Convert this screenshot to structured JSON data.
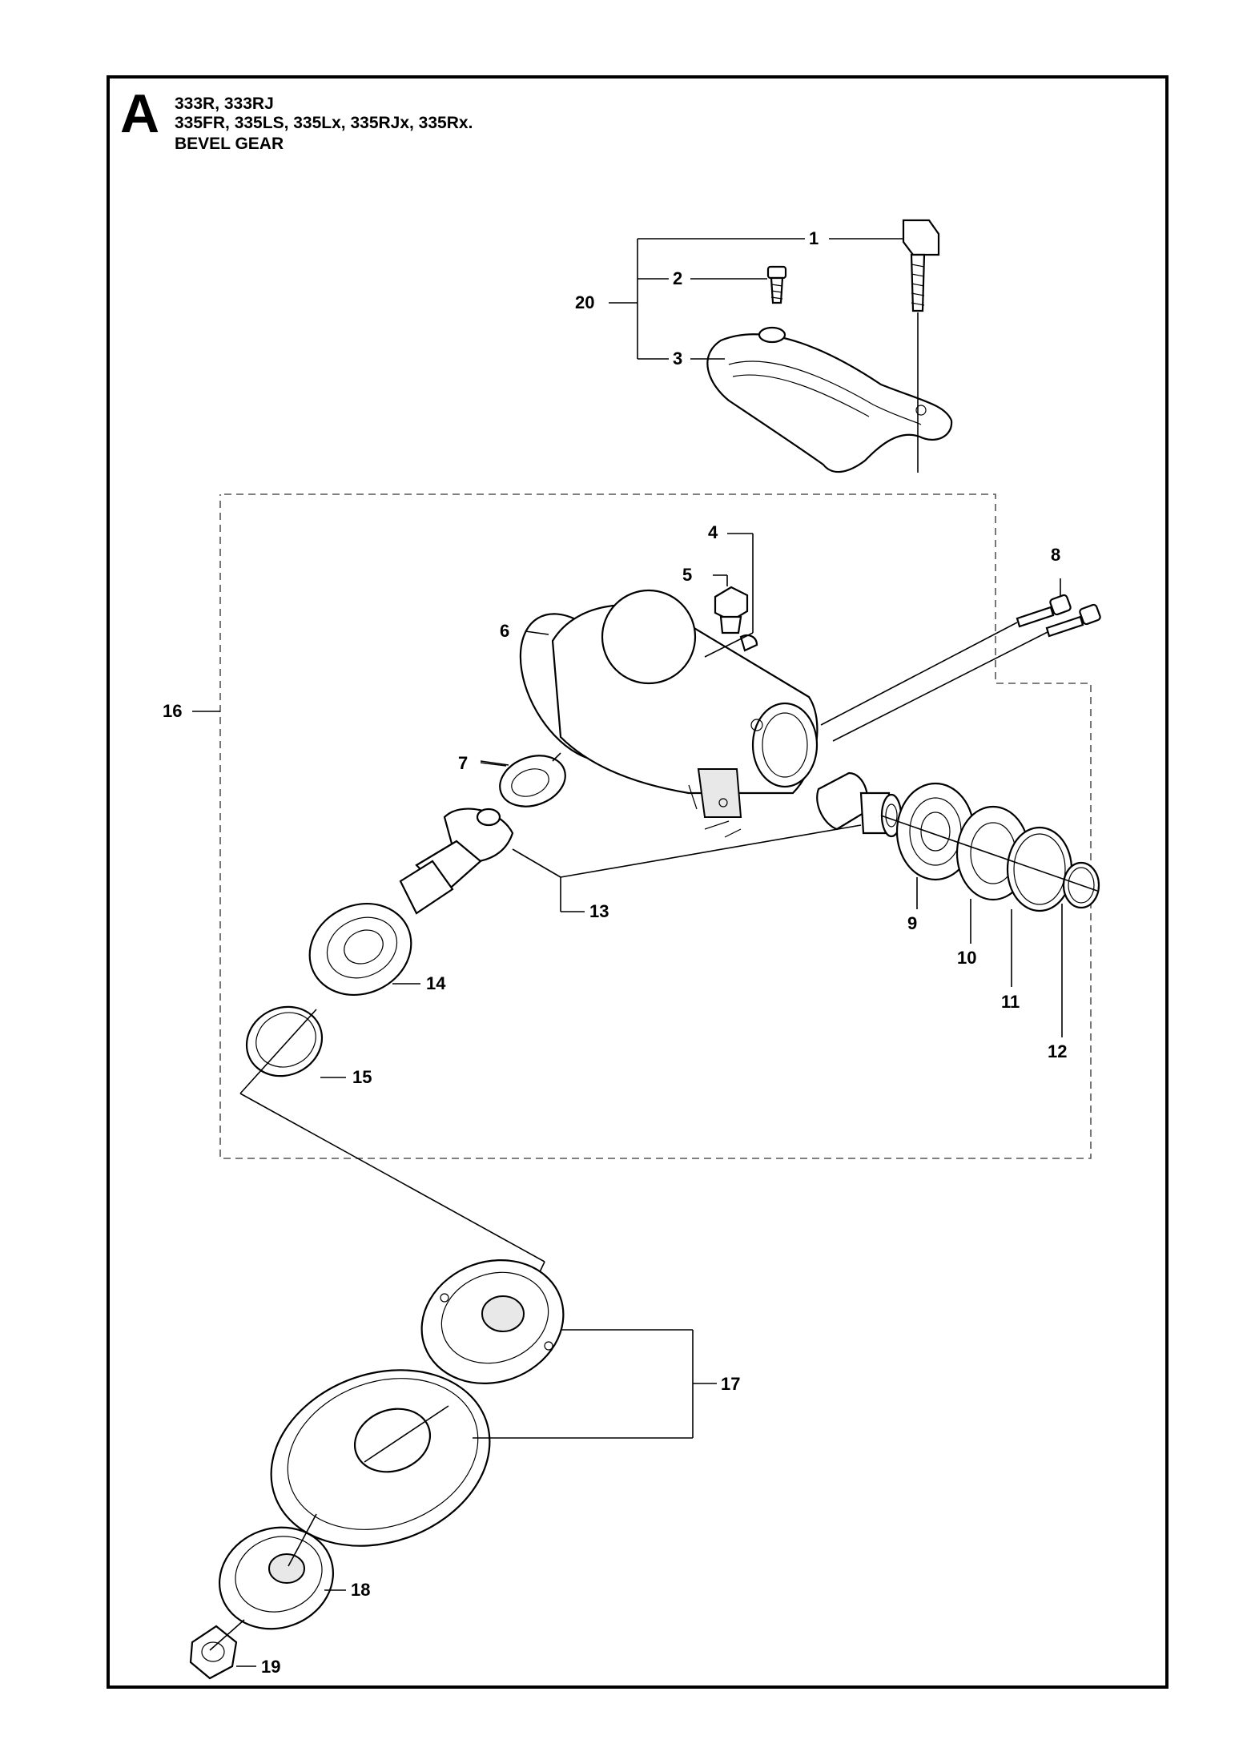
{
  "header": {
    "section_letter": "A",
    "model_line_1": "333R, 333RJ",
    "model_line_2": "335FR, 335LS, 335Lx, 335RJx, 335Rx.",
    "title": "BEVEL GEAR"
  },
  "callouts": {
    "c1": "1",
    "c2": "2",
    "c3": "3",
    "c4": "4",
    "c5": "5",
    "c6": "6",
    "c7": "7",
    "c8": "8",
    "c9": "9",
    "c10": "10",
    "c11": "11",
    "c12": "12",
    "c13": "13",
    "c14": "14",
    "c15": "15",
    "c16": "16",
    "c17": "17",
    "c18": "18",
    "c19": "19",
    "c20": "20"
  }
}
